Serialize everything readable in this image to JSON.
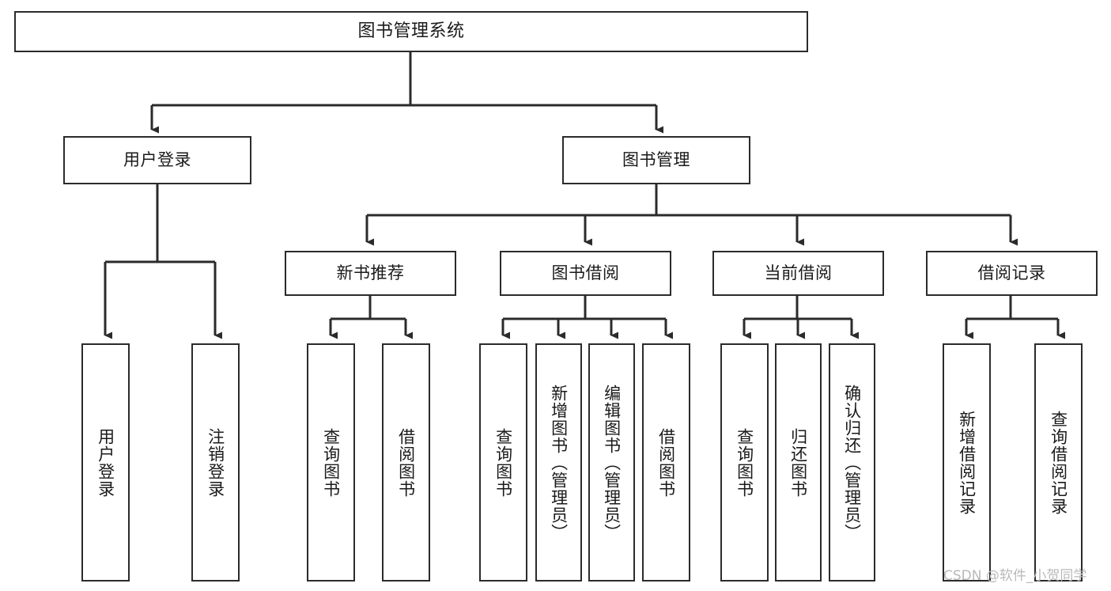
{
  "diagram": {
    "type": "tree-hierarchy",
    "title": "图书管理系统",
    "orientation": "top-down",
    "colors": {
      "background": "#ffffff",
      "box_border": "#2b2b2b",
      "box_fill": "#ffffff",
      "text": "#1a1a1a",
      "connector": "#2b2b2b",
      "watermark": "#b9b9b9"
    },
    "nodes": {
      "root": {
        "id": "root",
        "label": "图书管理系统",
        "level": 0,
        "text_direction": "horizontal"
      },
      "level1": [
        {
          "id": "user-login",
          "label": "用户登录",
          "level": 1,
          "text_direction": "horizontal"
        },
        {
          "id": "book-manage",
          "label": "图书管理",
          "level": 1,
          "text_direction": "horizontal"
        }
      ],
      "level2": [
        {
          "id": "new-book-recommend",
          "label": "新书推荐",
          "level": 2,
          "parent": "book-manage",
          "text_direction": "horizontal"
        },
        {
          "id": "book-borrow",
          "label": "图书借阅",
          "level": 2,
          "parent": "book-manage",
          "text_direction": "horizontal"
        },
        {
          "id": "current-borrow",
          "label": "当前借阅",
          "level": 2,
          "parent": "book-manage",
          "text_direction": "horizontal"
        },
        {
          "id": "borrow-record",
          "label": "借阅记录",
          "level": 2,
          "parent": "book-manage",
          "text_direction": "horizontal"
        }
      ],
      "leaves": [
        {
          "id": "leaf-user-login",
          "label": "用户登录",
          "parent": "user-login",
          "text_direction": "vertical"
        },
        {
          "id": "leaf-user-logout",
          "label": "注销登录",
          "parent": "user-login",
          "text_direction": "vertical"
        },
        {
          "id": "leaf-query-book-1",
          "label": "查询图书",
          "parent": "new-book-recommend",
          "text_direction": "vertical"
        },
        {
          "id": "leaf-borrow-book-1",
          "label": "借阅图书",
          "parent": "new-book-recommend",
          "text_direction": "vertical"
        },
        {
          "id": "leaf-query-book-2",
          "label": "查询图书",
          "parent": "book-borrow",
          "text_direction": "vertical"
        },
        {
          "id": "leaf-add-book",
          "label": "新增图书（管理员）",
          "parent": "book-borrow",
          "text_direction": "vertical"
        },
        {
          "id": "leaf-edit-book",
          "label": "编辑图书（管理员）",
          "parent": "book-borrow",
          "text_direction": "vertical"
        },
        {
          "id": "leaf-borrow-book-2",
          "label": "借阅图书",
          "parent": "book-borrow",
          "text_direction": "vertical"
        },
        {
          "id": "leaf-query-book-3",
          "label": "查询图书",
          "parent": "current-borrow",
          "text_direction": "vertical"
        },
        {
          "id": "leaf-return-book",
          "label": "归还图书",
          "parent": "current-borrow",
          "text_direction": "vertical"
        },
        {
          "id": "leaf-confirm-return",
          "label": "确认归还（管理员）",
          "parent": "current-borrow",
          "text_direction": "vertical"
        },
        {
          "id": "leaf-add-record",
          "label": "新增借阅记录",
          "parent": "borrow-record",
          "text_direction": "vertical"
        },
        {
          "id": "leaf-query-record",
          "label": "查询借阅记录",
          "parent": "borrow-record",
          "text_direction": "vertical"
        }
      ]
    },
    "edges": [
      {
        "from": "root",
        "to": "user-login"
      },
      {
        "from": "root",
        "to": "book-manage"
      },
      {
        "from": "user-login",
        "to": "leaf-user-login"
      },
      {
        "from": "user-login",
        "to": "leaf-user-logout"
      },
      {
        "from": "book-manage",
        "to": "new-book-recommend"
      },
      {
        "from": "book-manage",
        "to": "book-borrow"
      },
      {
        "from": "book-manage",
        "to": "current-borrow"
      },
      {
        "from": "book-manage",
        "to": "borrow-record"
      },
      {
        "from": "new-book-recommend",
        "to": "leaf-query-book-1"
      },
      {
        "from": "new-book-recommend",
        "to": "leaf-borrow-book-1"
      },
      {
        "from": "book-borrow",
        "to": "leaf-query-book-2"
      },
      {
        "from": "book-borrow",
        "to": "leaf-add-book"
      },
      {
        "from": "book-borrow",
        "to": "leaf-edit-book"
      },
      {
        "from": "book-borrow",
        "to": "leaf-borrow-book-2"
      },
      {
        "from": "current-borrow",
        "to": "leaf-query-book-3"
      },
      {
        "from": "current-borrow",
        "to": "leaf-return-book"
      },
      {
        "from": "current-borrow",
        "to": "leaf-confirm-return"
      },
      {
        "from": "borrow-record",
        "to": "leaf-add-record"
      },
      {
        "from": "borrow-record",
        "to": "leaf-query-record"
      }
    ]
  },
  "watermark": {
    "text": "CSDN @软件_小贺同学"
  }
}
